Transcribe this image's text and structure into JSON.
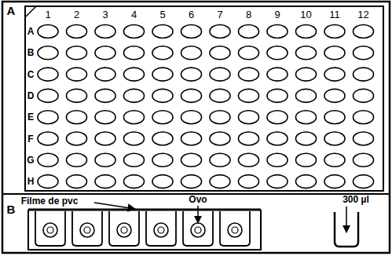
{
  "diagram": {
    "labels": [
      "A",
      "1",
      "2",
      "3",
      "4",
      "5",
      "6",
      "7",
      "8",
      "9",
      "10",
      "11",
      "12",
      "A",
      "B",
      "C",
      "D",
      "E",
      "F",
      "G",
      "H",
      "B",
      "Filme de pvc",
      "Ovo",
      "300 µl"
    ]
  }
}
